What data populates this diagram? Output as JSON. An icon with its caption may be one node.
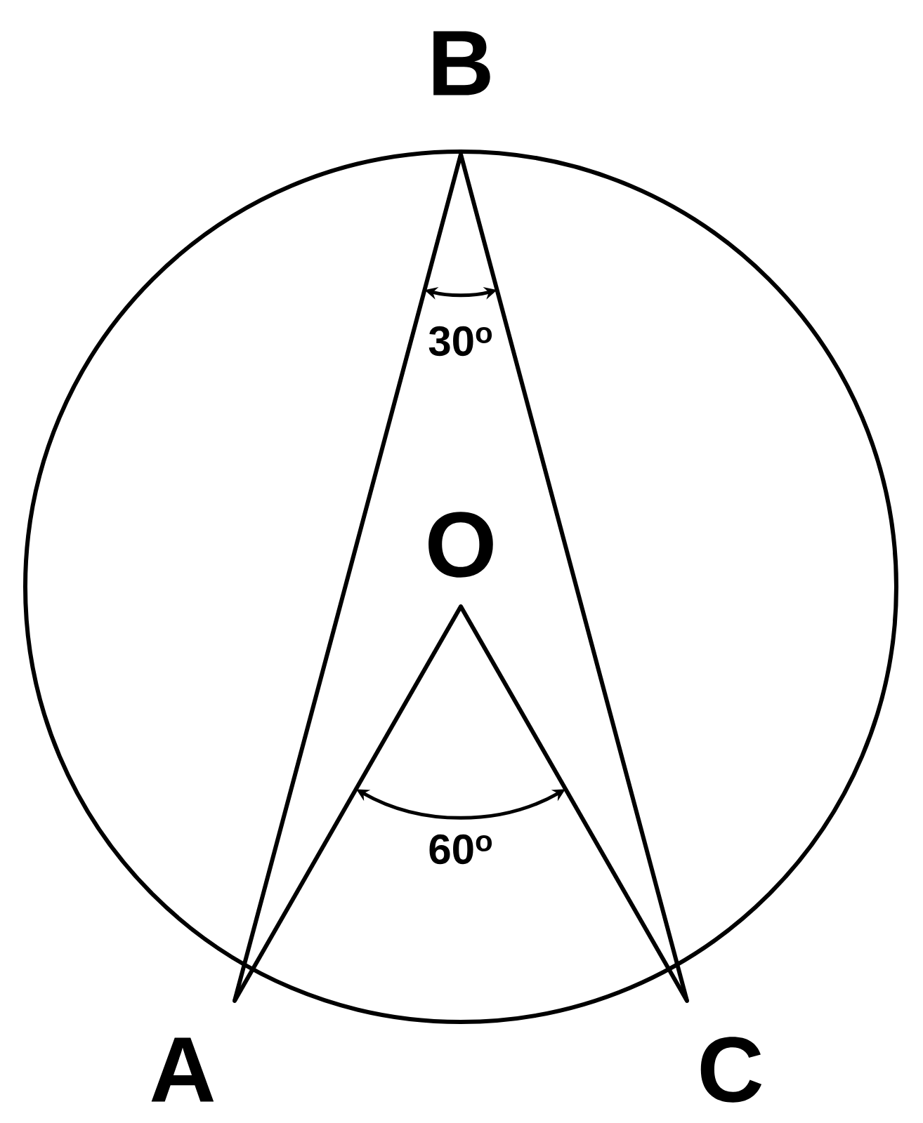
{
  "diagram": {
    "nodes": [
      {
        "text": [],
        "shape": "point",
        "beside": [
          "B"
        ]
      },
      {
        "text": [],
        "shape": "point",
        "beside": [
          "O"
        ]
      },
      {
        "text": [],
        "shape": "point",
        "beside": [
          "A"
        ]
      },
      {
        "text": [],
        "shape": "point",
        "beside": [
          "C"
        ]
      }
    ],
    "edges": [
      {
        "from": 0,
        "to": 2,
        "arrow": "none"
      },
      {
        "from": 0,
        "to": 3,
        "arrow": "none"
      },
      {
        "from": 1,
        "to": 2,
        "arrow": "none"
      },
      {
        "from": 1,
        "to": 3,
        "arrow": "none"
      }
    ],
    "labels": [
      "30$^{o}$",
      "60$^{o}$"
    ]
  }
}
